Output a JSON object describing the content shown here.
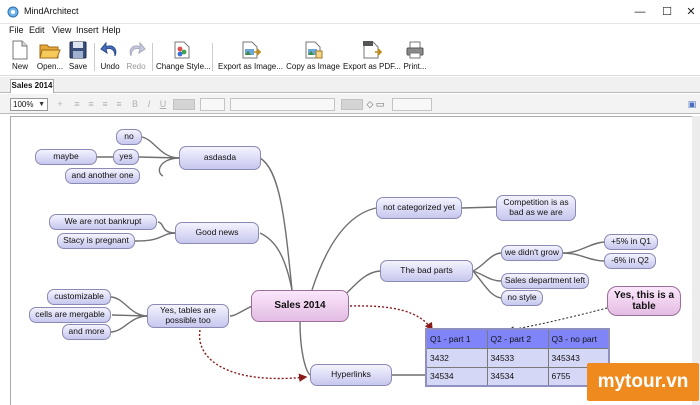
{
  "window": {
    "title": "MindArchitect"
  },
  "menu": [
    "File",
    "Edit",
    "View",
    "Insert",
    "Help"
  ],
  "toolbar": {
    "new": "New",
    "open": "Open...",
    "save": "Save",
    "undo": "Undo",
    "redo": "Redo",
    "change_style": "Change Style...",
    "export_image": "Export as Image...",
    "copy_image": "Copy as Image",
    "export_pdf": "Export as PDF...",
    "print": "Print..."
  },
  "tab": {
    "label": "Sales 2014"
  },
  "format": {
    "zoom": "100%"
  },
  "colors": {
    "node_fill": "#c7c7ee",
    "root_fill": "#e3bce3",
    "table_header": "#7f84f8",
    "table_cell": "#d4d8f6",
    "link_arrow": "#8b1a1a",
    "watermark": "#ef8a1e"
  },
  "mindmap": {
    "root": "Sales 2014",
    "n_asdasda": "asdasda",
    "n_no": "no",
    "n_yes": "yes",
    "n_maybe": "maybe",
    "n_another": "and another one",
    "n_goodnews": "Good news",
    "n_bankrupt": "We are not bankrupt",
    "n_stacy": "Stacy is pregnant",
    "n_tables": "Yes, tables are possible too",
    "n_custom": "customizable",
    "n_merge": "cells are mergable",
    "n_more": "and more",
    "n_uncat": "not categorized yet",
    "n_compet": "Competition is as bad as we are",
    "n_badparts": "The bad parts",
    "n_grow": "we didn't grow",
    "n_q1": "+5% in Q1",
    "n_q2": "-6% in Q2",
    "n_salesleft": "Sales department left",
    "n_style": "no style",
    "n_hyperlinks": "Hyperlinks",
    "n_note": "Yes, this is a table"
  },
  "table": {
    "header": [
      "Q1 - part 1",
      "Q2 - part 2",
      "Q3 - no part"
    ],
    "rows": [
      [
        "3432",
        "34533",
        "345343"
      ],
      [
        "34534",
        "34534",
        "6755"
      ]
    ]
  },
  "watermark": "mytour.vn"
}
